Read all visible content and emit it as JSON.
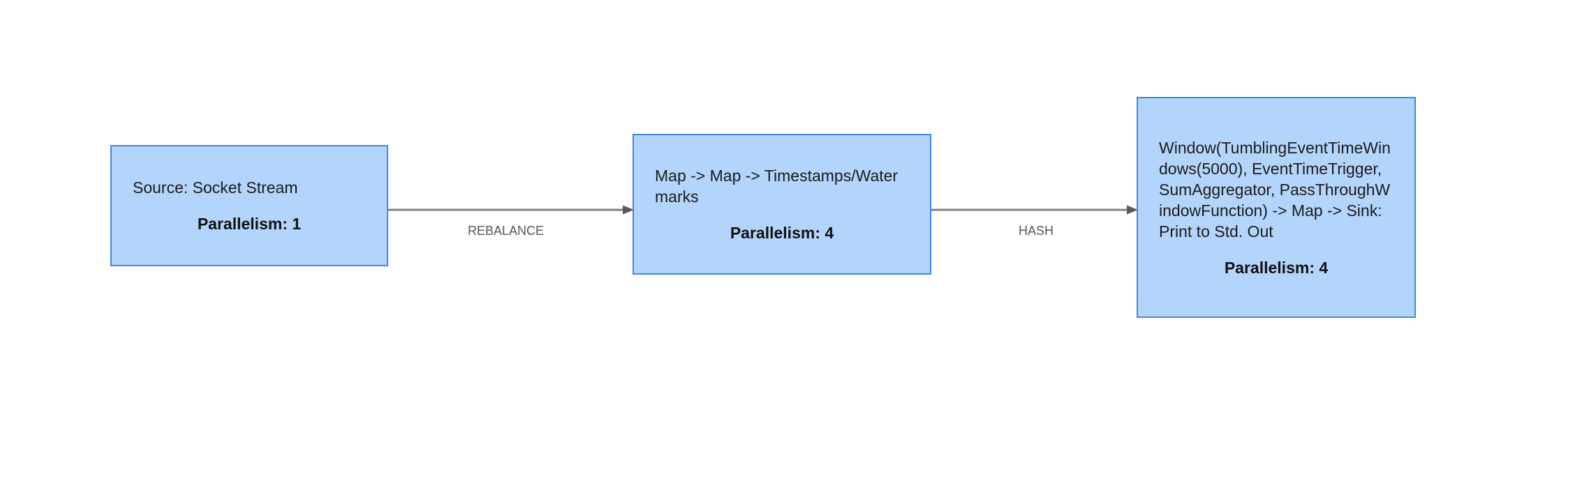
{
  "diagram": {
    "type": "flink-job-execution-plan",
    "background_color": "#ffffff",
    "node_fill_color": "#b4d5fb",
    "node_border_color": "#3f85e8",
    "edge_color": "#808080",
    "edge_label_color": "#555555",
    "nodes": [
      {
        "id": "source",
        "title": "Source: Socket Stream",
        "parallelism_label": "Parallelism: 1",
        "parallelism": 1
      },
      {
        "id": "map",
        "title": "Map -> Map -> Timestamps/Watermarks",
        "parallelism_label": "Parallelism: 4",
        "parallelism": 4
      },
      {
        "id": "window-sink",
        "title": "Window(TumblingEventTimeWindows(5000), EventTimeTrigger, SumAggregator, PassThroughWindowFunction) -> Map -> Sink: Print to Std. Out",
        "parallelism_label": "Parallelism: 4",
        "parallelism": 4
      }
    ],
    "edges": [
      {
        "id": "rebalance",
        "label": "REBALANCE",
        "from": "source",
        "to": "map"
      },
      {
        "id": "hash",
        "label": "HASH",
        "from": "map",
        "to": "window-sink"
      }
    ]
  }
}
